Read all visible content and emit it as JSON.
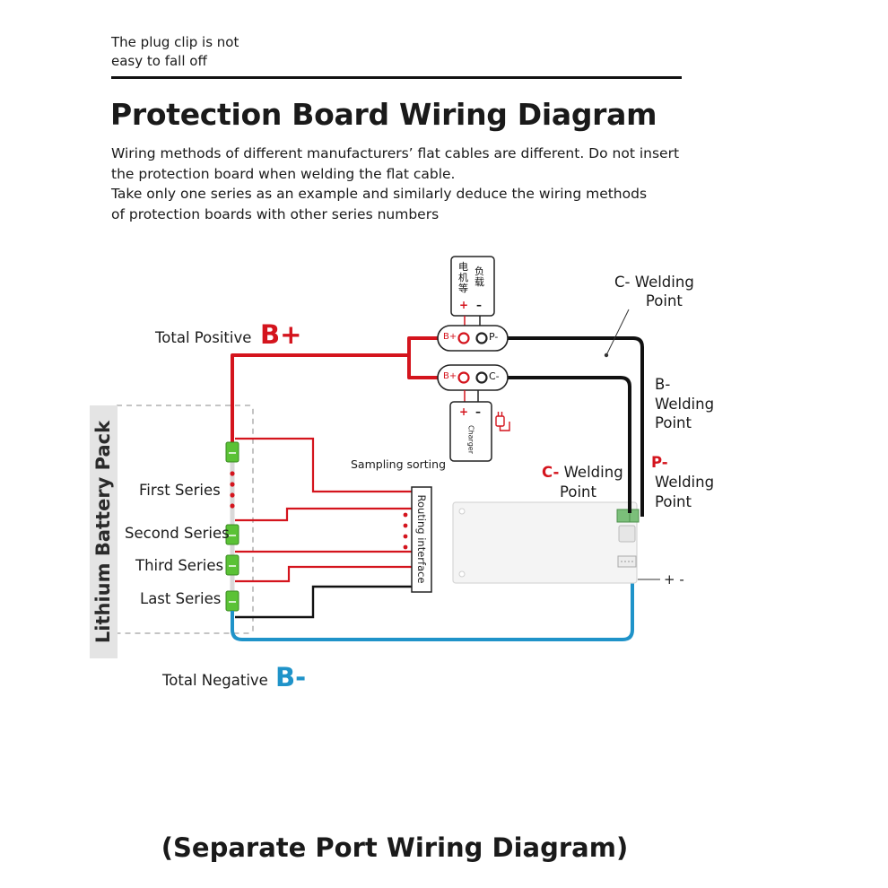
{
  "header": {
    "top_note_line1": "The plug clip is not",
    "top_note_line2": "easy to fall off",
    "title": "Protection Board Wiring Diagram",
    "desc_line1": "Wiring methods of different manufacturers’ flat cables are different. Do not insert",
    "desc_line2": "the protection board when welding the flat cable.",
    "desc_line3": "Take only one series as an example and similarly deduce the wiring methods",
    "desc_line4": "of protection boards with other series numbers"
  },
  "labels": {
    "total_positive": "Total Positive",
    "b_plus": "B+",
    "total_negative": "Total Negative",
    "b_minus": "B-",
    "battery_pack": "Lithium Battery Pack",
    "first_series": "First Series",
    "second_series": "Second Series",
    "third_series": "Third Series",
    "last_series": "Last Series",
    "sampling_sorting": "Sampling sorting",
    "routing_interface": "Routing interface",
    "c_welding_top_1": "C- Welding",
    "c_welding_top_2": "Point",
    "b_welding_1": "B-",
    "b_welding_2": "Welding",
    "b_welding_3": "Point",
    "p_welding_1a": "P-",
    "p_welding_2": "Welding",
    "p_welding_3": "Point",
    "c_welding_mid_c": "C-",
    "c_welding_mid_1": " Welding",
    "c_welding_mid_2": "Point",
    "plus_minus": "+ -",
    "load_chars": "电机等负载",
    "load_plus": "+",
    "load_minus": "–",
    "port1_left": "B+",
    "port1_right": "P-",
    "port2_left": "B+",
    "port2_right": "C-",
    "charger_plus": "+",
    "charger_minus": "–",
    "charger_text": "Charger"
  },
  "footer": {
    "caption": "(Separate Port Wiring Diagram)"
  },
  "colors": {
    "red_wire": "#d4141d",
    "black_wire": "#111111",
    "blue_wire": "#1f93c9",
    "terminal_green": "#5bc236"
  }
}
